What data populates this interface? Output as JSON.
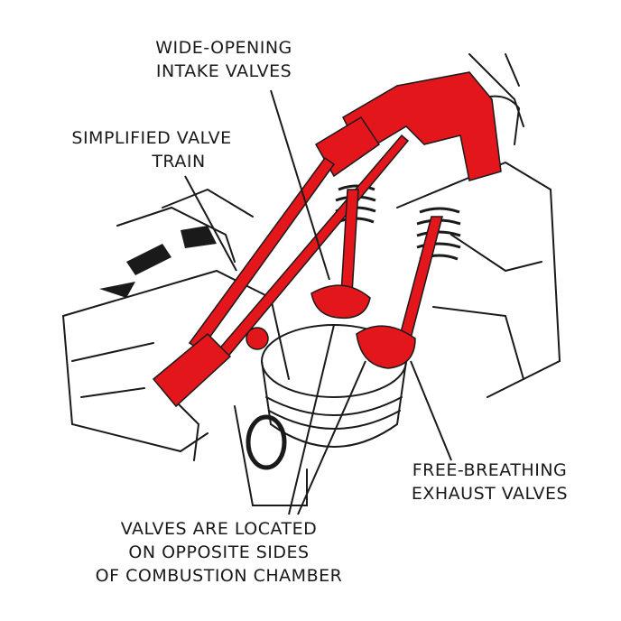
{
  "labels": {
    "intake": {
      "line1": "WIDE-OPENING",
      "line2": "INTAKE VALVES"
    },
    "train": {
      "line1": "SIMPLIFIED VALVE",
      "line2": "TRAIN"
    },
    "exhaust": {
      "line1": "FREE-BREATHING",
      "line2": "EXHAUST VALVES"
    },
    "location": {
      "line1": "VALVES ARE LOCATED",
      "line2": "ON OPPOSITE SIDES",
      "line3": "OF COMBUSTION CHAMBER"
    }
  },
  "colors": {
    "highlight": "#e3161b",
    "ink": "#1a1a1a",
    "paper": "#ffffff"
  }
}
